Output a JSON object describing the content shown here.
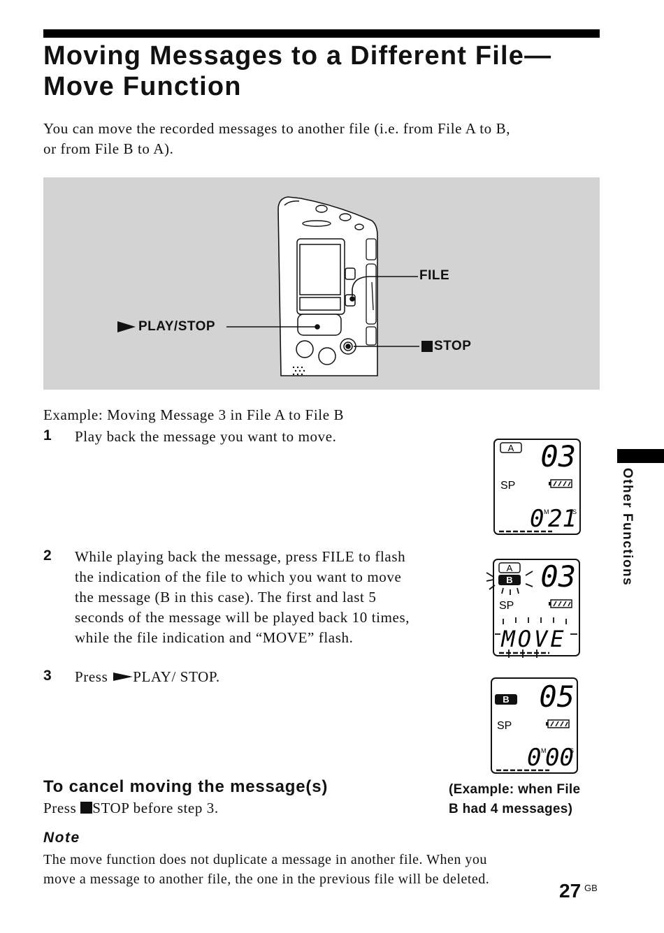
{
  "header": {
    "title_line1": "Moving Messages to a Different File—",
    "title_line2": "Move Function"
  },
  "intro": {
    "line1": "You can move the recorded messages to another file (i.e. from File A to B,",
    "line2": "or from File B to A)."
  },
  "figure": {
    "callout_file": "FILE",
    "callout_play": "PLAY/STOP",
    "callout_stop": "STOP"
  },
  "example": "Example: Moving Message 3 in File A to File B",
  "steps": [
    {
      "num": "1",
      "lines": [
        "Play back the message you want to move."
      ]
    },
    {
      "num": "2",
      "lines": [
        "While playing back the message, press FILE to flash",
        "the indication of the file to which you want to move",
        "the message (B in this case). The first and last 5",
        "seconds of the message will be played back 10 times,",
        "while the file indication and “MOVE” flash."
      ]
    },
    {
      "num": "3",
      "lines": [
        "Press ",
        "PLAY/ STOP."
      ]
    }
  ],
  "displays": [
    {
      "file": "A",
      "number": "03",
      "mode": "SP",
      "time_min": "0",
      "time_sec": "21",
      "unit_m": "M",
      "unit_s": "S"
    },
    {
      "file_outline": "A",
      "file_filled": "B",
      "number": "03",
      "mode": "SP",
      "bottom": "MOVE"
    },
    {
      "file": "B",
      "number": "05",
      "mode": "SP",
      "time_min": "0",
      "time_sec": "00",
      "unit_m": "M",
      "unit_s": "S"
    }
  ],
  "cancel": {
    "heading": "To cancel moving the message(s)",
    "text_before": "Press ",
    "text_after": "STOP before step 3."
  },
  "caption": {
    "line1": "(Example: when File",
    "line2": "B had 4 messages)"
  },
  "note": {
    "heading": "Note",
    "line1": "The move function does not duplicate a message in another file. When you",
    "line2": "move a message to another file, the one in the previous file will be deleted."
  },
  "sidebar": {
    "label": "Other Functions"
  },
  "footer": {
    "page_number": "27",
    "page_suffix": "GB"
  },
  "icons": {
    "play": "play-triangle-icon",
    "stop": "stop-square-icon"
  }
}
